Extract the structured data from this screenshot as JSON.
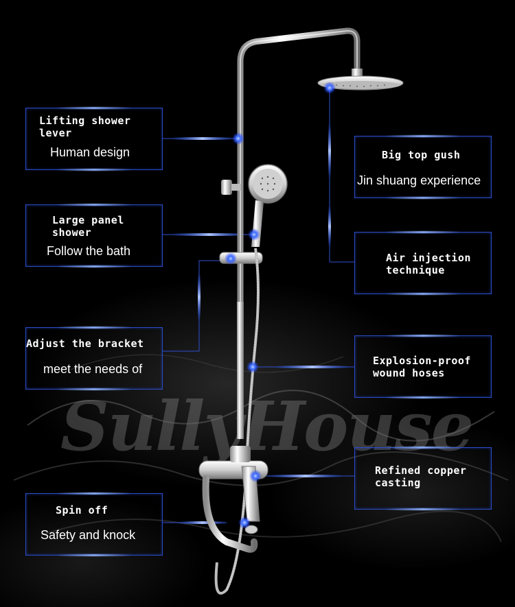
{
  "watermark": "SullyHouse",
  "features": {
    "lifting": {
      "title": "Lifting shower\nlever",
      "subtitle": "Human design"
    },
    "large_panel": {
      "title": "Large panel\nshower",
      "subtitle": "Follow the bath"
    },
    "adjust": {
      "title": "Adjust the bracket",
      "subtitle": "meet the needs of"
    },
    "spin": {
      "title": "Spin off",
      "subtitle": "Safety and knock"
    },
    "big_top": {
      "title": "Big top gush",
      "subtitle": "Jin shuang experience"
    },
    "air": {
      "title": "Air injection\ntechnique"
    },
    "hoses": {
      "title": "Explosion-proof\nwound hoses"
    },
    "copper": {
      "title": "Refined copper\ncasting"
    }
  },
  "colors": {
    "accent": "#2c4cc8",
    "glow": "#8fb2ff",
    "background": "#000000",
    "chrome": "#d9d9d9"
  },
  "icons": [
    "shower-head-icon",
    "hand-shower-icon",
    "faucet-icon"
  ]
}
